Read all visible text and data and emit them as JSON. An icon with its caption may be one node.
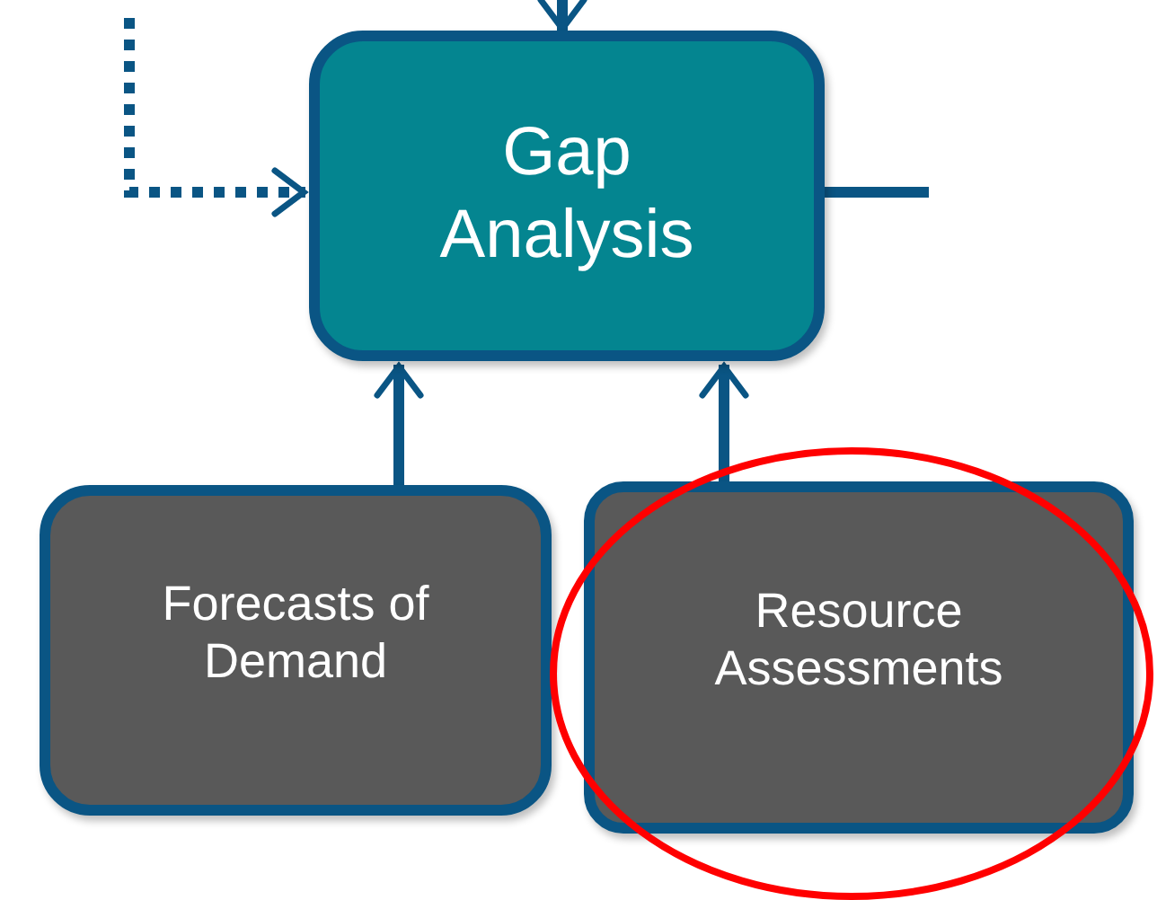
{
  "diagram": {
    "nodes": [
      {
        "text": [
          "Gap Analysis"
        ]
      },
      {
        "text": [
          "Forecasts of Demand"
        ]
      },
      {
        "text": [
          "Resource Assessments"
        ]
      }
    ],
    "edges": [
      {
        "from": null,
        "to": 0,
        "arrow": "to",
        "style": "dashed"
      },
      {
        "from": null,
        "to": 0,
        "arrow": "to"
      },
      {
        "from": 0,
        "to": null,
        "arrow": "none"
      },
      {
        "from": 1,
        "to": 0,
        "arrow": "to"
      },
      {
        "from": 2,
        "to": 0,
        "arrow": "to"
      }
    ]
  }
}
